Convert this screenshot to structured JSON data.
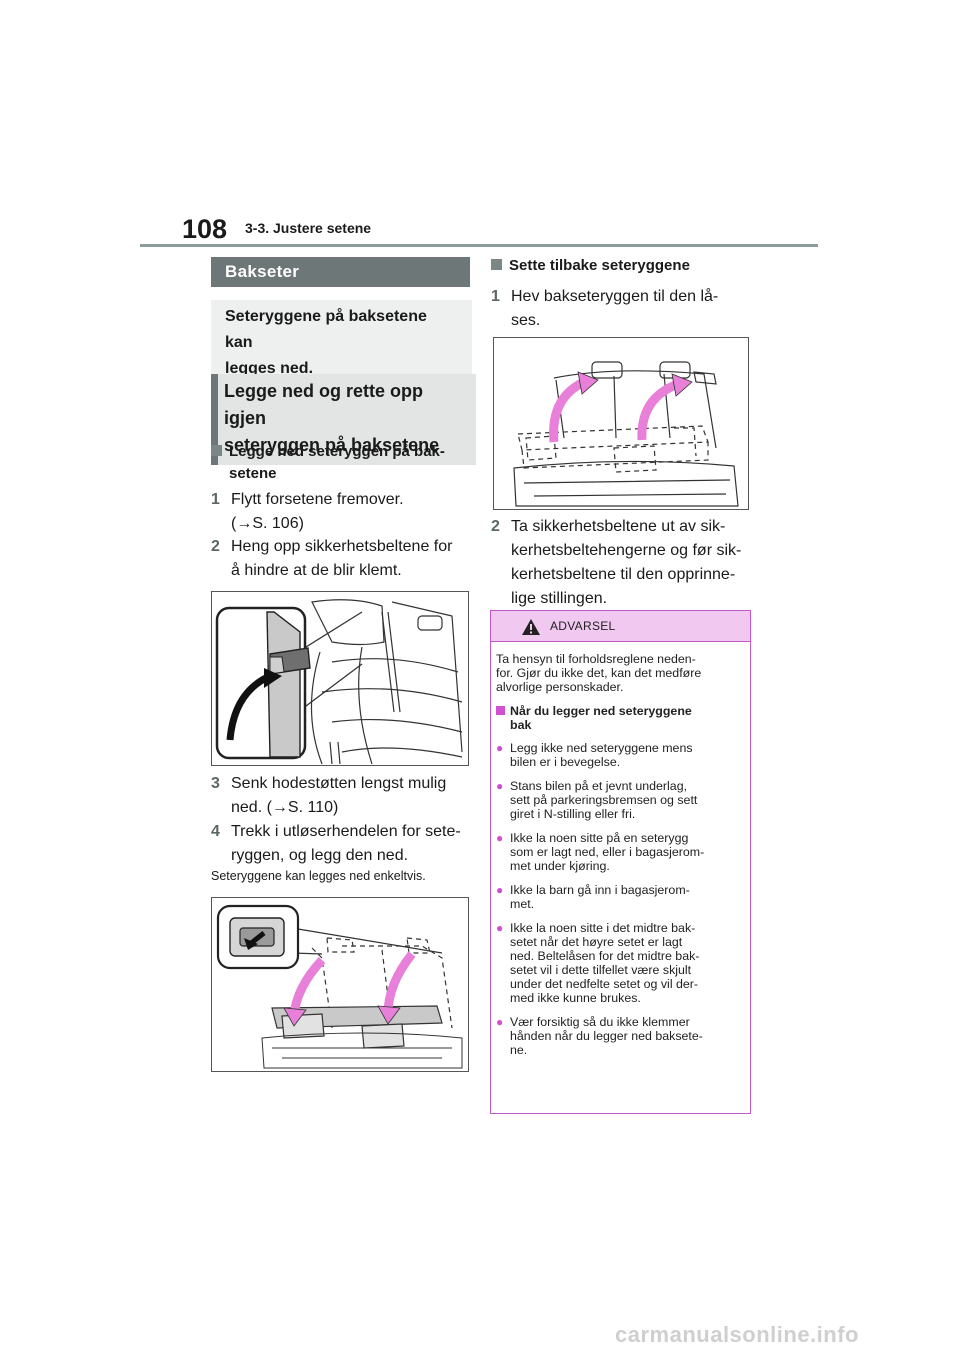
{
  "header": {
    "page_number": "108",
    "section": "3-3. Justere setene"
  },
  "left": {
    "bar_title": "Bakseter",
    "intro": [
      "Seteryggene på baksetene kan",
      "legges ned."
    ],
    "topic": [
      "Legge ned og rette opp igjen",
      "seteryggen på baksetene"
    ],
    "subheading": [
      "Legge ned seteryggen på bak-",
      "setene"
    ],
    "steps": [
      {
        "num": "1",
        "lines": [
          "Flytt forsetene fremover.",
          "(→S. 106)"
        ]
      },
      {
        "num": "2",
        "lines": [
          "Heng opp sikkerhetsbeltene for",
          "å hindre at de blir klemt."
        ]
      },
      {
        "num": "3",
        "lines": [
          "Senk hodestøtten lengst mulig",
          "ned. (→S. 110)"
        ]
      },
      {
        "num": "4",
        "lines": [
          "Trekk i utløserhendelen for sete-",
          "ryggen, og legg den ned."
        ]
      }
    ],
    "note": "Seteryggene kan legges ned enkeltvis."
  },
  "right": {
    "subheading": "Sette tilbake seteryggene",
    "steps": [
      {
        "num": "1",
        "lines": [
          "Hev bakseteryggen til den lå-",
          "ses."
        ]
      },
      {
        "num": "2",
        "lines": [
          "Ta sikkerhetsbeltene ut av sik-",
          "kerhetsbeltehengerne og før sik-",
          "kerhetsbeltene til den opprinne-",
          "lige stillingen."
        ]
      }
    ]
  },
  "warning": {
    "title": "ADVARSEL",
    "intro": [
      "Ta hensyn til forholdsreglene neden-",
      "for. Gjør du ikke det, kan det medføre",
      "alvorlige personskader."
    ],
    "subheading": [
      "Når du legger ned seteryggene",
      "bak"
    ],
    "bullets": [
      [
        "Legg ikke ned seteryggene mens",
        "bilen er i bevegelse."
      ],
      [
        "Stans bilen på et jevnt underlag,",
        "sett på parkeringsbremsen og sett",
        "giret i N-stilling eller fri."
      ],
      [
        "Ikke la noen sitte på en seterygg",
        "som er lagt ned, eller i bagasjerom-",
        "met under kjøring."
      ],
      [
        "Ikke la barn gå inn i bagasjerom-",
        "met."
      ],
      [
        "Ikke la noen sitte i det midtre bak-",
        "setet når det høyre setet er lagt",
        "ned. Beltelåsen for det midtre bak-",
        "setet vil i dette tilfellet være skjult",
        "under det nedfelte setet og vil der-",
        "med ikke kunne brukes."
      ],
      [
        "Vær forsiktig så du ikke klemmer",
        "hånden når du legger ned baksete-",
        "ne."
      ]
    ]
  },
  "footer": {
    "watermark": "carmanualsonline.info"
  },
  "colors": {
    "header_rule": "#8c9b9b",
    "bar_heading": "#6e7777",
    "warning_border": "#c657c6",
    "warning_header": "#f0c8f0",
    "arrow_pink": "#e87fd8"
  }
}
